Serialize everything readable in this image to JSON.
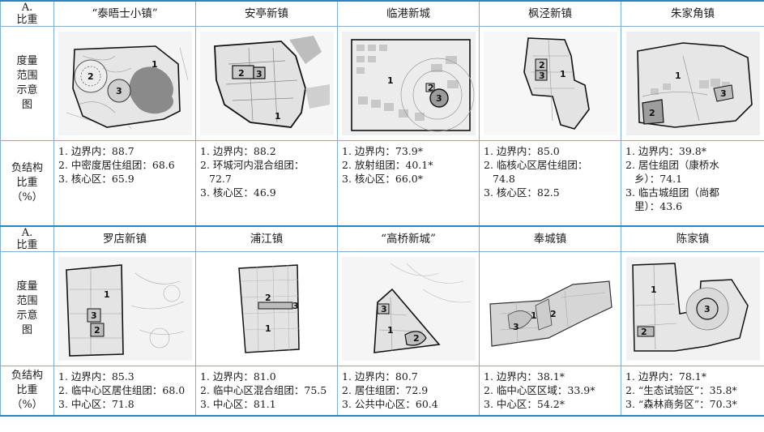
{
  "row_label_a": "A. 比重",
  "row_label_a_line1": "A.",
  "row_label_a_line2": "比重",
  "row_label_map": [
    "度量",
    "范围",
    "示意",
    "图"
  ],
  "row_label_stat": [
    "负结构",
    "比重",
    "（%）"
  ],
  "table1": {
    "towns": [
      "“泰晤士小镇”",
      "安亭新镇",
      "临港新城",
      "枫泾新镇",
      "朱家角镇"
    ],
    "stats": [
      [
        "1. 边界内：88.7",
        "2. 中密度居住组团：68.6",
        "3. 核心区：65.9"
      ],
      [
        "1. 边界内：88.2",
        "2. 环城河内混合组团：",
        "72.7",
        "3. 核心区：46.9"
      ],
      [
        "1. 边界内：73.9*",
        "2. 放射组团：40.1*",
        "3. 核心区：66.0*"
      ],
      [
        "1. 边界内：85.0",
        "2. 临核心区居住组团：",
        "74.8",
        "3. 核心区：82.5"
      ],
      [
        "1. 边界内：39.8*",
        "2. 居住组团（康桥水",
        "乡）：74.1",
        "3. 临古城组团（尚都",
        "里）：43.6"
      ]
    ]
  },
  "table2": {
    "towns": [
      "罗店新镇",
      "浦江镇",
      "“高桥新城”",
      "奉城镇",
      "陈家镇"
    ],
    "stats": [
      [
        "1. 边界内：85.3",
        "2. 临中心区居住组团：68.0",
        "3. 中心区：71.8"
      ],
      [
        "1. 边界内：81.0",
        "2. 临中心区混合组团：75.5",
        "3. 中心区：81.1"
      ],
      [
        "1. 边界内：80.7",
        "2. 居住组团：72.9",
        "3. 公共中心区：60.4"
      ],
      [
        "1. 边界内：38.1*",
        "2. 临中心区区域：33.9*",
        "3. 中心区：54.2*"
      ],
      [
        "1. 边界内：78.1*",
        "2. “生态试验区”：35.8*",
        "3. “森林商务区”：70.3*"
      ]
    ]
  },
  "map_numbers": [
    "1",
    "2",
    "3"
  ],
  "colors": {
    "border": "#2a86c7",
    "thin_border": "#7fb0d6",
    "map_fill": "#d9d9d9",
    "map_block": "#bdbdbd"
  }
}
